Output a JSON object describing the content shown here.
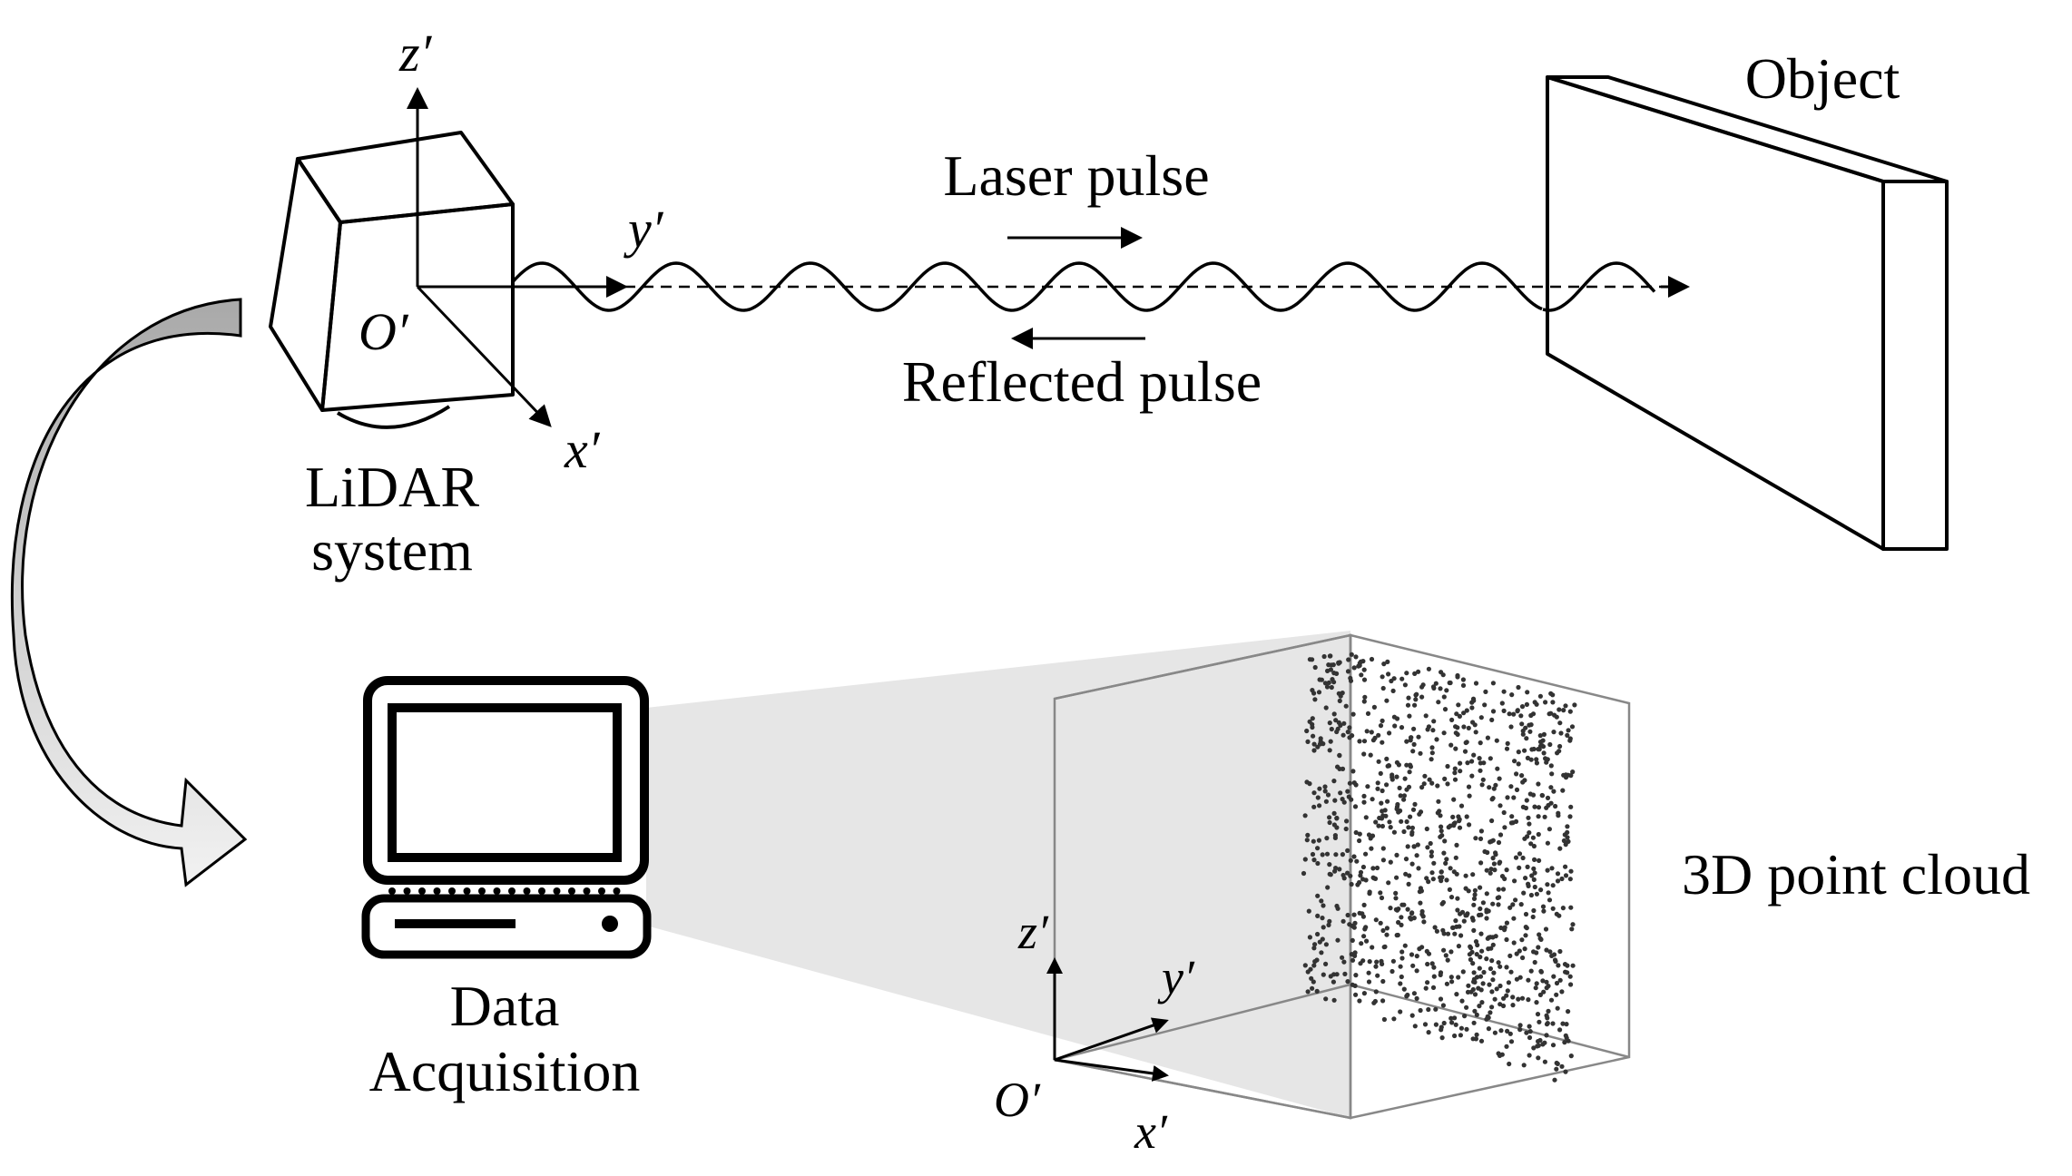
{
  "labels": {
    "object": "Object",
    "laser_pulse": "Laser pulse",
    "reflected_pulse": "Reflected pulse",
    "lidar_line1": "LiDAR",
    "lidar_line2": "system",
    "data_line1": "Data",
    "data_line2": "Acquisition",
    "point_cloud": "3D point cloud"
  },
  "axes_top": {
    "z": "z′",
    "y": "y′",
    "x": "x′",
    "origin": "O′"
  },
  "axes_bottom": {
    "z": "z′",
    "y": "y′",
    "x": "x′",
    "origin": "O′"
  },
  "colors": {
    "line": "#000000",
    "curved_arrow_fill": "#d6d6d6",
    "projection_fill": "#e6e6e6",
    "box_edge": "#888888",
    "points": "#333333"
  }
}
